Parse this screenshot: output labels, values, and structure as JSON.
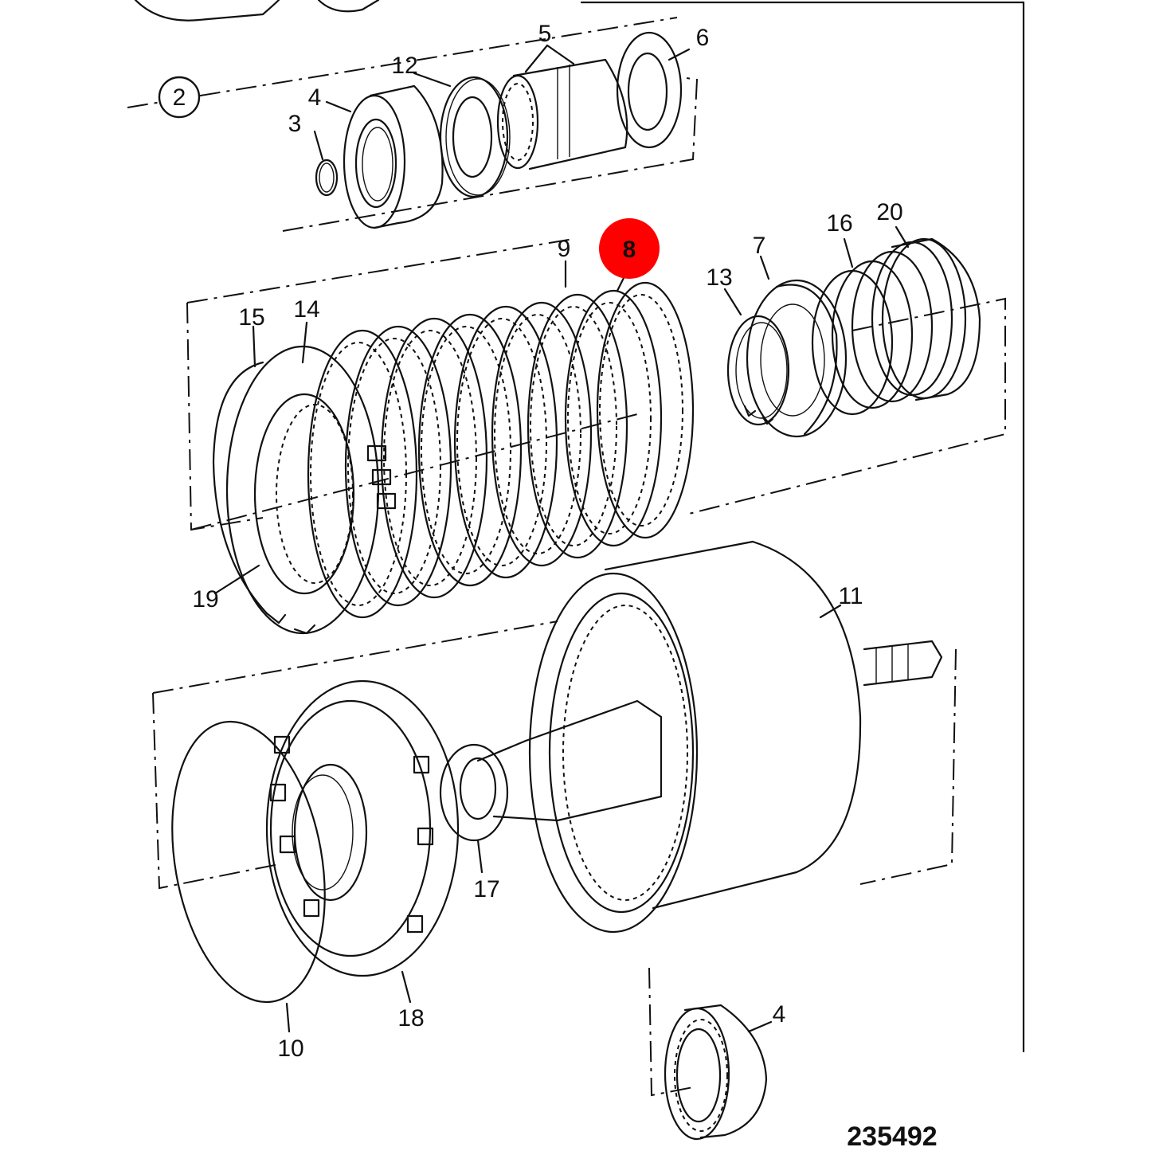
{
  "diagram": {
    "reference_number": "235492",
    "highlight_color": "#ff0000",
    "callouts": [
      {
        "id": "c2",
        "text": "2",
        "circled": true
      },
      {
        "id": "c3",
        "text": "3"
      },
      {
        "id": "c4a",
        "text": "4"
      },
      {
        "id": "c12",
        "text": "12"
      },
      {
        "id": "c5",
        "text": "5"
      },
      {
        "id": "c6",
        "text": "6"
      },
      {
        "id": "c9",
        "text": "9"
      },
      {
        "id": "c8",
        "text": "8",
        "highlighted": true
      },
      {
        "id": "c7",
        "text": "7"
      },
      {
        "id": "c13",
        "text": "13"
      },
      {
        "id": "c16",
        "text": "16"
      },
      {
        "id": "c20",
        "text": "20"
      },
      {
        "id": "c15",
        "text": "15"
      },
      {
        "id": "c14",
        "text": "14"
      },
      {
        "id": "c19",
        "text": "19"
      },
      {
        "id": "c11",
        "text": "11"
      },
      {
        "id": "c17",
        "text": "17"
      },
      {
        "id": "c18",
        "text": "18"
      },
      {
        "id": "c10",
        "text": "10"
      },
      {
        "id": "c4b",
        "text": "4"
      }
    ]
  }
}
